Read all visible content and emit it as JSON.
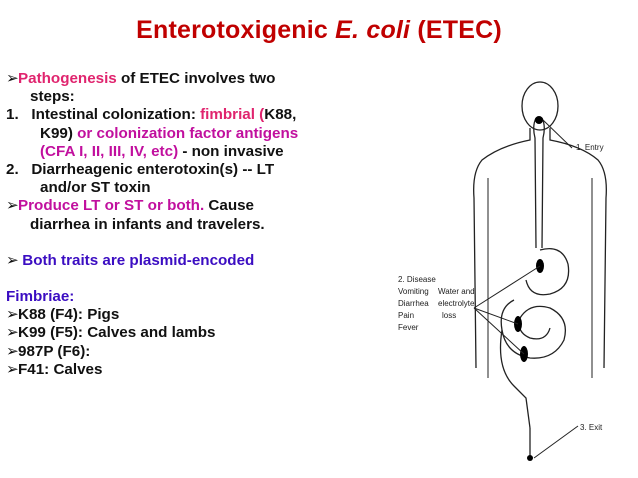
{
  "title": {
    "part1": "Enterotoxigenic ",
    "part2": "E. coli",
    "part3": " (ETEC)"
  },
  "text": {
    "l1a": "Pathogenesis",
    "l1b": " of ETEC involves two",
    "l2": "steps:",
    "l3num": "1.",
    "l3a": "Intestinal colonization: ",
    "l3b": "fimbrial (",
    "l3c": "K88,",
    "l4a": "K99)",
    "l4b": " or colonization factor antigens",
    "l5a": "(CFA I, II, III, IV, etc)",
    "l5b": " - non invasive",
    "l6num": "2.",
    "l6": "Diarrheagenic  enterotoxin(s)  --  LT",
    "l7": "and/or ST toxin",
    "l8a": "Produce  LT  or  ST  or  both.",
    "l8b": "  Cause",
    "l9": "diarrhea in infants and travelers.",
    "l10": "Both traits are plasmid-encoded",
    "fimbriae": "Fimbriae:",
    "f1": "K88 (F4): Pigs",
    "f2": "K99 (F5): Calves and lambs",
    "f3": "987P (F6):",
    "f4": "F41: Calves",
    "bullet": "➢"
  },
  "figure": {
    "entry": "1. Entry",
    "disease": [
      "2. Disease",
      "Vomiting",
      "Diarrhea",
      "Pain",
      "Fever"
    ],
    "loss": [
      "Water and",
      "electrolyte",
      "loss"
    ],
    "exit": "3. Exit"
  },
  "colors": {
    "title": "#c00000",
    "highlight_pink": "#e0246e",
    "highlight_blue": "#3b0dc2",
    "highlight_magenta": "#c10f9e"
  }
}
